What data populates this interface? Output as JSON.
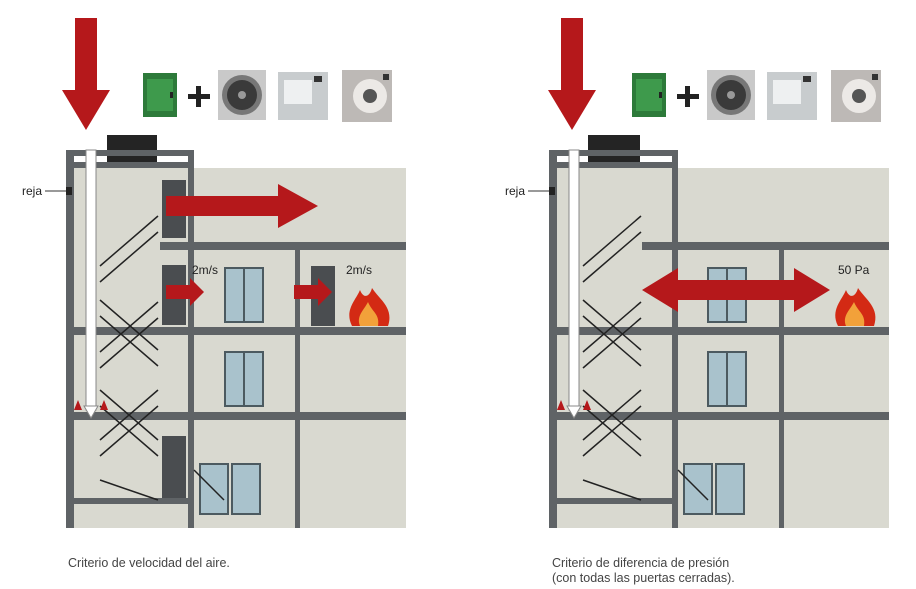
{
  "panels": [
    {
      "id": "velocity",
      "grille_label": "reja",
      "measure_labels": [
        "2m/s",
        "2m/s"
      ],
      "caption_lines": [
        "Criterio de velocidad del aire."
      ]
    },
    {
      "id": "pressure",
      "grille_label": "reja",
      "measure_labels": [
        "50 Pa"
      ],
      "caption_lines": [
        "Criterio de diferencia de presión",
        "(con todas las puertas cerradas)."
      ]
    }
  ],
  "equipment_icons": [
    "control-panel-icon",
    "plus-icon",
    "axial-fan-icon",
    "fan-box-icon",
    "centrifugal-fan-icon"
  ],
  "colors": {
    "arrow_red": "#b5181b",
    "wall": "#5f6366",
    "building_bg": "#d9d9d0",
    "window": "#a9c2cc",
    "door": "#4a4d50",
    "fire": "#d32a14",
    "caption": "#444444"
  }
}
